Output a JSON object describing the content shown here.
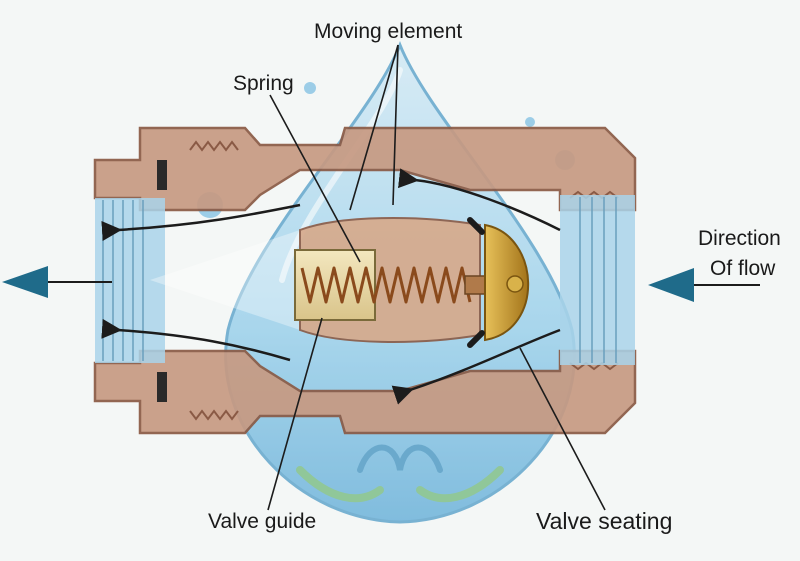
{
  "labels": {
    "moving_element": "Moving element",
    "spring": "Spring",
    "direction_line1": "Direction",
    "direction_line2": "Of flow",
    "valve_guide": "Valve guide",
    "valve_seating": "Valve seating"
  },
  "colors": {
    "background": "#f4f7f6",
    "body_brass": "#c79a82",
    "body_brass_dark": "#8a5a45",
    "water_blue": "#a9d3ea",
    "drop_blue": "#7fc0e3",
    "flow_arrow": "#1c1c1c",
    "direction_arrow": "#1f6b8a",
    "spring": "#8a4a1c",
    "guide_fill": "#e9d9a8",
    "seat_gold": "#c89a2a",
    "leaf_green": "#6fb77a"
  },
  "icons": {
    "outlet_arrow": "left-arrow-icon",
    "inlet_arrow": "left-arrow-icon",
    "droplet_watermark": "water-drop-watermark"
  }
}
